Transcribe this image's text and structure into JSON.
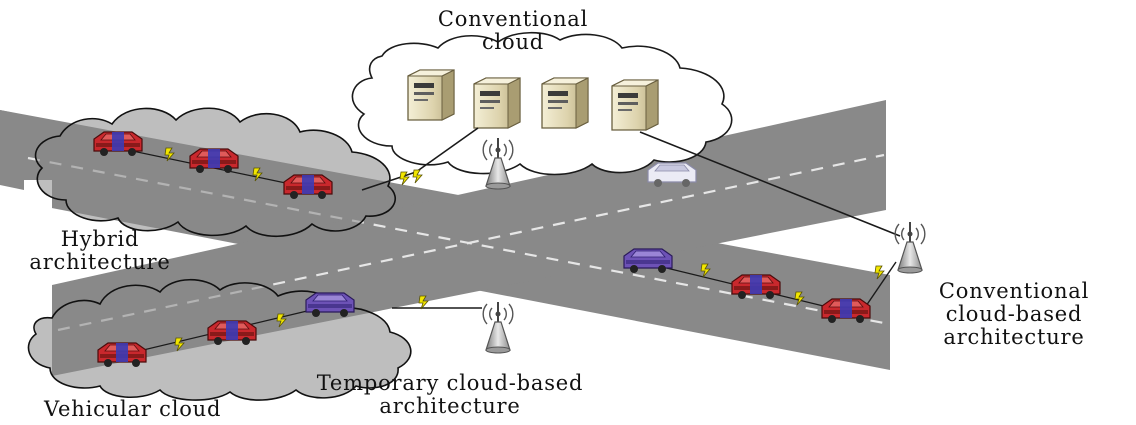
{
  "labels": {
    "conventional_cloud": [
      "Conventional",
      "cloud"
    ],
    "hybrid_architecture": [
      "Hybrid",
      "architecture"
    ],
    "conventional_cloud_based_architecture": [
      "Conventional",
      "cloud-based",
      "architecture"
    ],
    "temporary_cloud_based_architecture": [
      "Temporary cloud-based",
      "architecture"
    ],
    "vehicular_cloud": "Vehicular cloud"
  },
  "colors": {
    "road": "#8a8a8a",
    "lane_marking": "#e6e6e6",
    "car_red": "#c8282e",
    "car_purple": "#6a4fb0",
    "car_white": "#e6e6f2",
    "link": "#f2e600",
    "server": "#ded6b4"
  },
  "icons": {
    "server": "server-icon",
    "antenna": "antenna-tower-icon",
    "car": "car-icon",
    "wireless_link": "lightning-link-icon"
  }
}
